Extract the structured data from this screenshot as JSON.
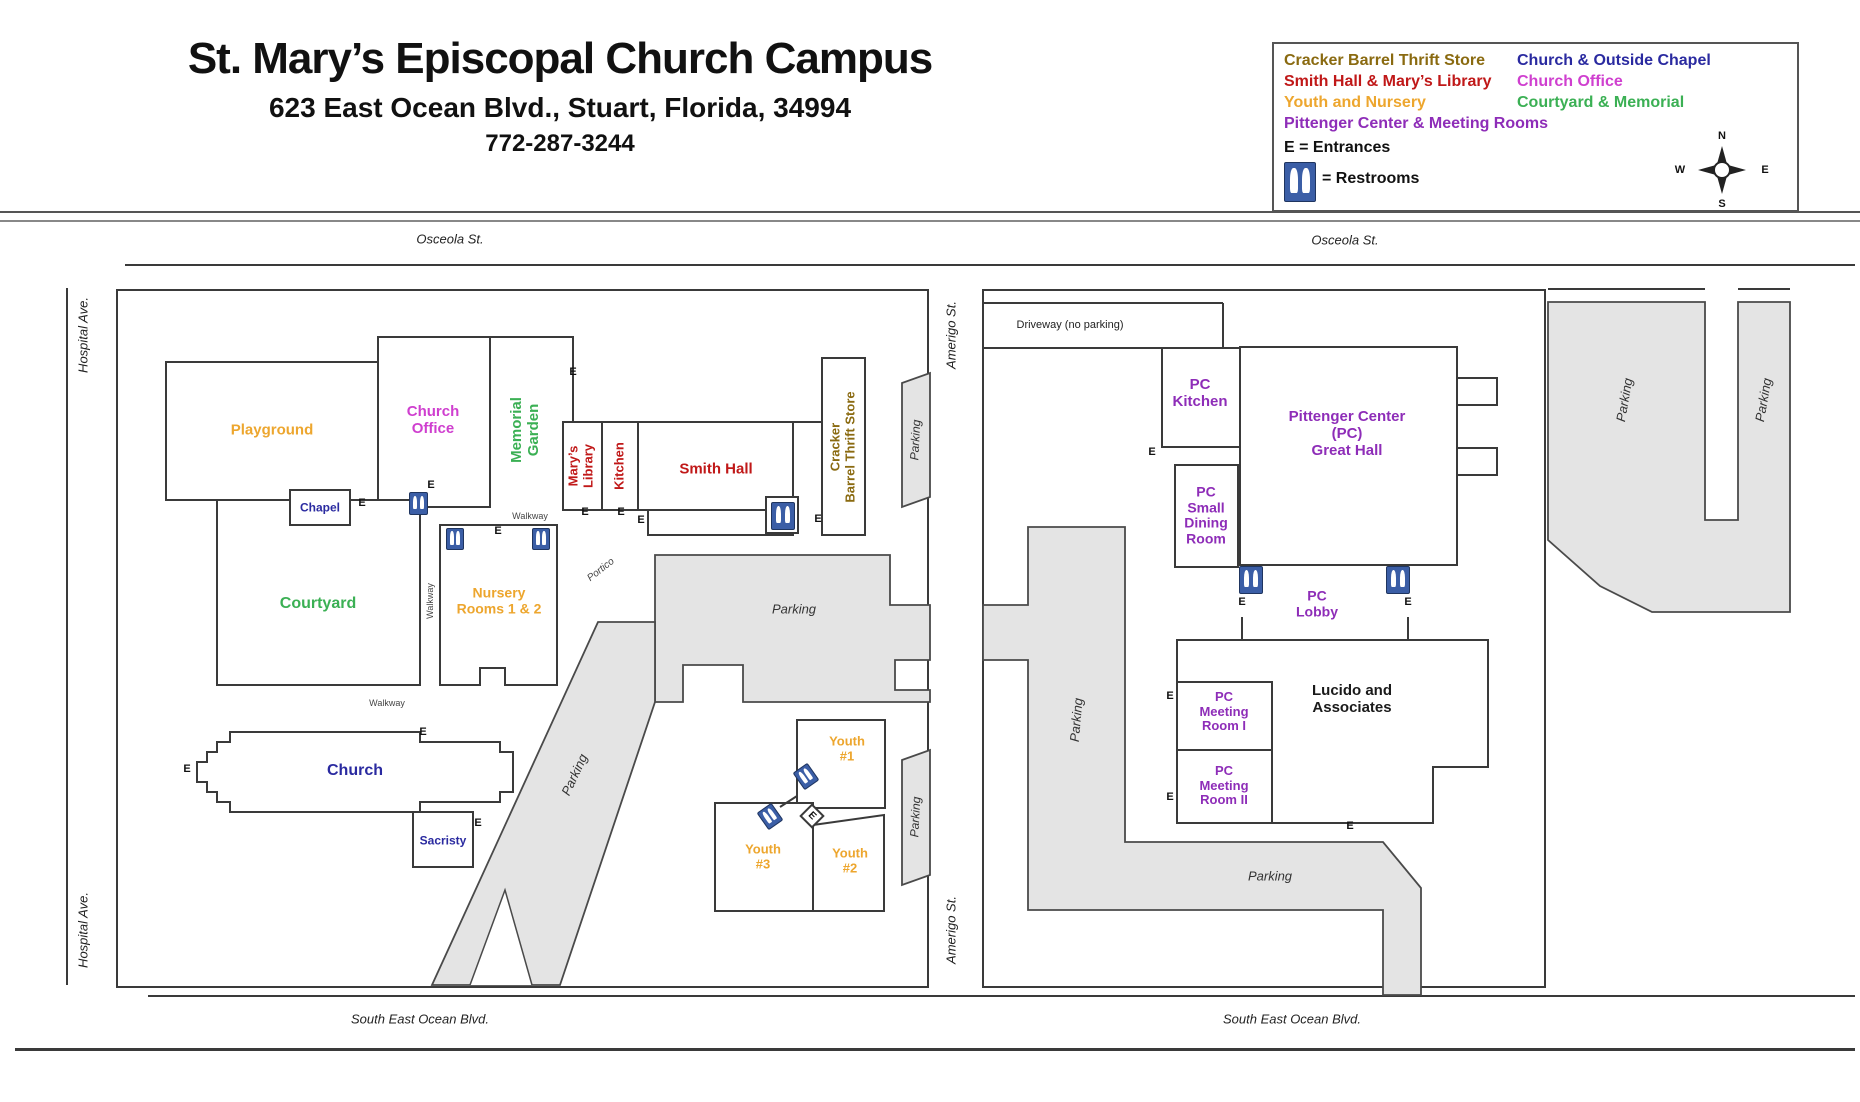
{
  "header": {
    "title": "St. Mary’s Episcopal Church Campus",
    "address": "623 East Ocean Blvd., Stuart, Florida, 34994",
    "phone": "772-287-3244"
  },
  "legend": {
    "left": [
      {
        "label": "Cracker Barrel Thrift Store",
        "color": "#8a6a10"
      },
      {
        "label": "Smith Hall & Mary’s Library",
        "color": "#c01818"
      },
      {
        "label": "Youth and Nursery",
        "color": "#eda62e"
      },
      {
        "label": "Pittenger Center & Meeting Rooms",
        "color": "#8e2db8"
      }
    ],
    "right": [
      {
        "label": "Church &  Outside Chapel",
        "color": "#2a2aa0"
      },
      {
        "label": "Church Office",
        "color": "#cf3fcf"
      },
      {
        "label": "Courtyard & Memorial",
        "color": "#3bb054"
      }
    ],
    "entrances": "E = Entrances",
    "restrooms": "= Restrooms",
    "compass": {
      "n": "N",
      "e": "E",
      "s": "S",
      "w": "W"
    }
  },
  "streets": {
    "osceola": "Osceola St.",
    "hospital": "Hospital Ave.",
    "amerigo": "Amerigo St.",
    "south_east_ocean": "South East Ocean Blvd."
  },
  "markers": {
    "entrance": "E"
  },
  "labels": {
    "parking": "Parking",
    "walkway": "Walkway",
    "portico": "Portico",
    "driveway": "Driveway (no parking)"
  },
  "left_map": {
    "rooms": {
      "playground": "Playground",
      "church_office": "Church\nOffice",
      "memorial_garden": "Memorial\nGarden",
      "chapel": "Chapel",
      "courtyard": "Courtyard",
      "nursery": "Nursery\nRooms 1 & 2",
      "marys_library": "Mary’s\nLibrary",
      "kitchen": "Kitchen",
      "smith_hall": "Smith Hall",
      "cracker_barrel": "Cracker\nBarrel Thrift Store",
      "church": "Church",
      "sacristy": "Sacristy",
      "youth_1": "Youth\n#1",
      "youth_2": "Youth\n#2",
      "youth_3": "Youth\n#3"
    }
  },
  "right_map": {
    "rooms": {
      "pc_kitchen": "PC\nKitchen",
      "pittenger": "Pittenger Center\n(PC)\nGreat Hall",
      "pc_small_dining": "PC\nSmall\nDining\nRoom",
      "pc_lobby": "PC\nLobby",
      "pc_meeting_1": "PC\nMeeting\nRoom I",
      "pc_meeting_2": "PC\nMeeting\nRoom II",
      "lucido": "Lucido and\nAssociates"
    }
  },
  "colors": {
    "orange": "#eda62e",
    "red": "#c01818",
    "olive": "#8a6a10",
    "purple": "#8e2db8",
    "magenta": "#cf3fcf",
    "navy": "#2a2aa0",
    "green": "#3bb054",
    "black": "#1a1a1a"
  }
}
